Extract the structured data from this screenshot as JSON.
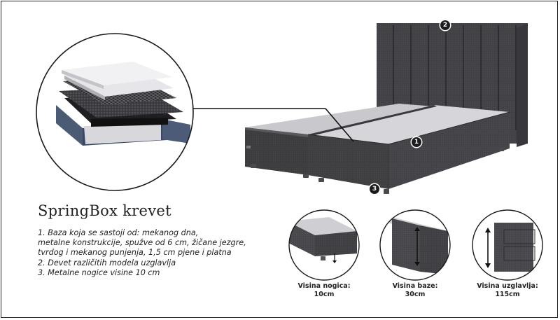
{
  "product": {
    "title": "SpringBox krevet"
  },
  "features": [
    "1. Baza koja se sastoji od: mekanog dna,",
    "metalne konstrukcije, spužve od 6 cm, žičane jezgre,",
    "tvrdog i mekanog punjenja, 1,5 cm pjene i platna",
    "2. Devet različitih modela uzglavlja",
    "3. Metalne nogice visine 10 cm"
  ],
  "badges": [
    "1",
    "2",
    "3"
  ],
  "details": [
    {
      "label": "Visina nogica:",
      "value": "10cm"
    },
    {
      "label": "Visina baze:",
      "value": "30cm"
    },
    {
      "label": "Visina uzglavlja:",
      "value": "115cm"
    }
  ],
  "colors": {
    "fabric": "#4a4a4e",
    "fabric_dark": "#2f2f33",
    "top": "#d0d0d4",
    "badge": "#1c1c1c"
  }
}
